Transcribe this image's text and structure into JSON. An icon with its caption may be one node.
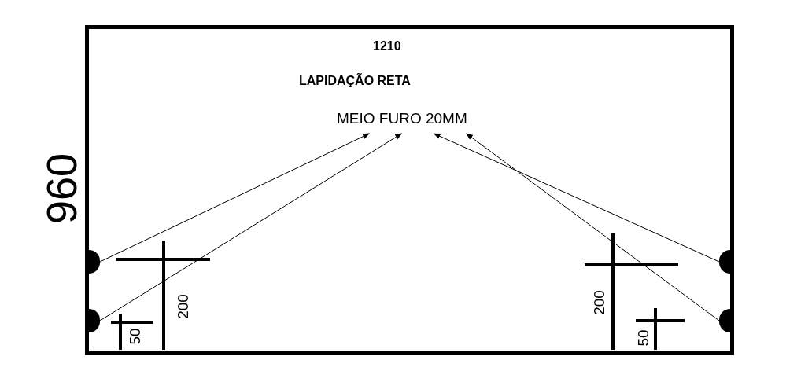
{
  "diagram": {
    "nodes": [
      {
        "text": [
          "1210",
          "LAPIDAÇÃO RETA"
        ]
      },
      {
        "text": [
          "MEIO FURO 20MM"
        ],
        "in": 0
      },
      {
        "text": [],
        "shape": "semicircle",
        "in": 0
      },
      {
        "text": [],
        "shape": "semicircle",
        "in": 0
      },
      {
        "text": [],
        "shape": "semicircle",
        "in": 0
      },
      {
        "text": [],
        "shape": "semicircle",
        "in": 0
      }
    ],
    "edges": [
      {
        "from": 2,
        "to": 1,
        "arrow": "to"
      },
      {
        "from": 3,
        "to": 1,
        "arrow": "to"
      },
      {
        "from": 4,
        "to": 1,
        "arrow": "to"
      },
      {
        "from": 5,
        "to": 1,
        "arrow": "to"
      }
    ],
    "labels": [
      "960",
      "200",
      "50",
      "200",
      "50"
    ]
  }
}
